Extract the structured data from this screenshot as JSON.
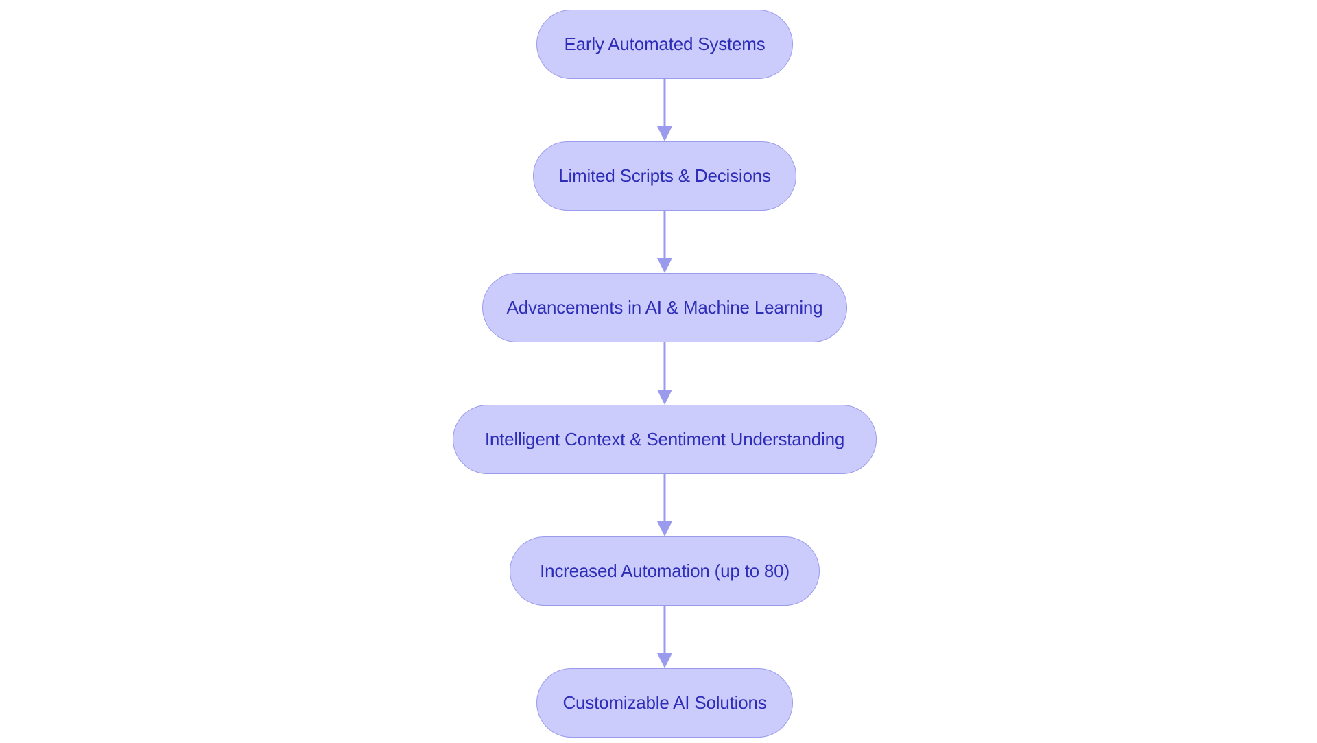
{
  "diagram": {
    "type": "flowchart",
    "direction": "top-to-bottom",
    "colors": {
      "node_fill": "#cbccfb",
      "node_border": "#9a9bec",
      "node_text": "#2e2db8",
      "edge": "#9a9bec"
    },
    "nodes": [
      {
        "id": "n0",
        "label": "Early Automated Systems"
      },
      {
        "id": "n1",
        "label": "Limited Scripts & Decisions"
      },
      {
        "id": "n2",
        "label": "Advancements in AI & Machine Learning"
      },
      {
        "id": "n3",
        "label": "Intelligent Context & Sentiment Understanding"
      },
      {
        "id": "n4",
        "label": "Increased Automation (up to 80)"
      },
      {
        "id": "n5",
        "label": "Customizable AI Solutions"
      }
    ],
    "edges": [
      {
        "from": "n0",
        "to": "n1"
      },
      {
        "from": "n1",
        "to": "n2"
      },
      {
        "from": "n2",
        "to": "n3"
      },
      {
        "from": "n3",
        "to": "n4"
      },
      {
        "from": "n4",
        "to": "n5"
      }
    ]
  }
}
